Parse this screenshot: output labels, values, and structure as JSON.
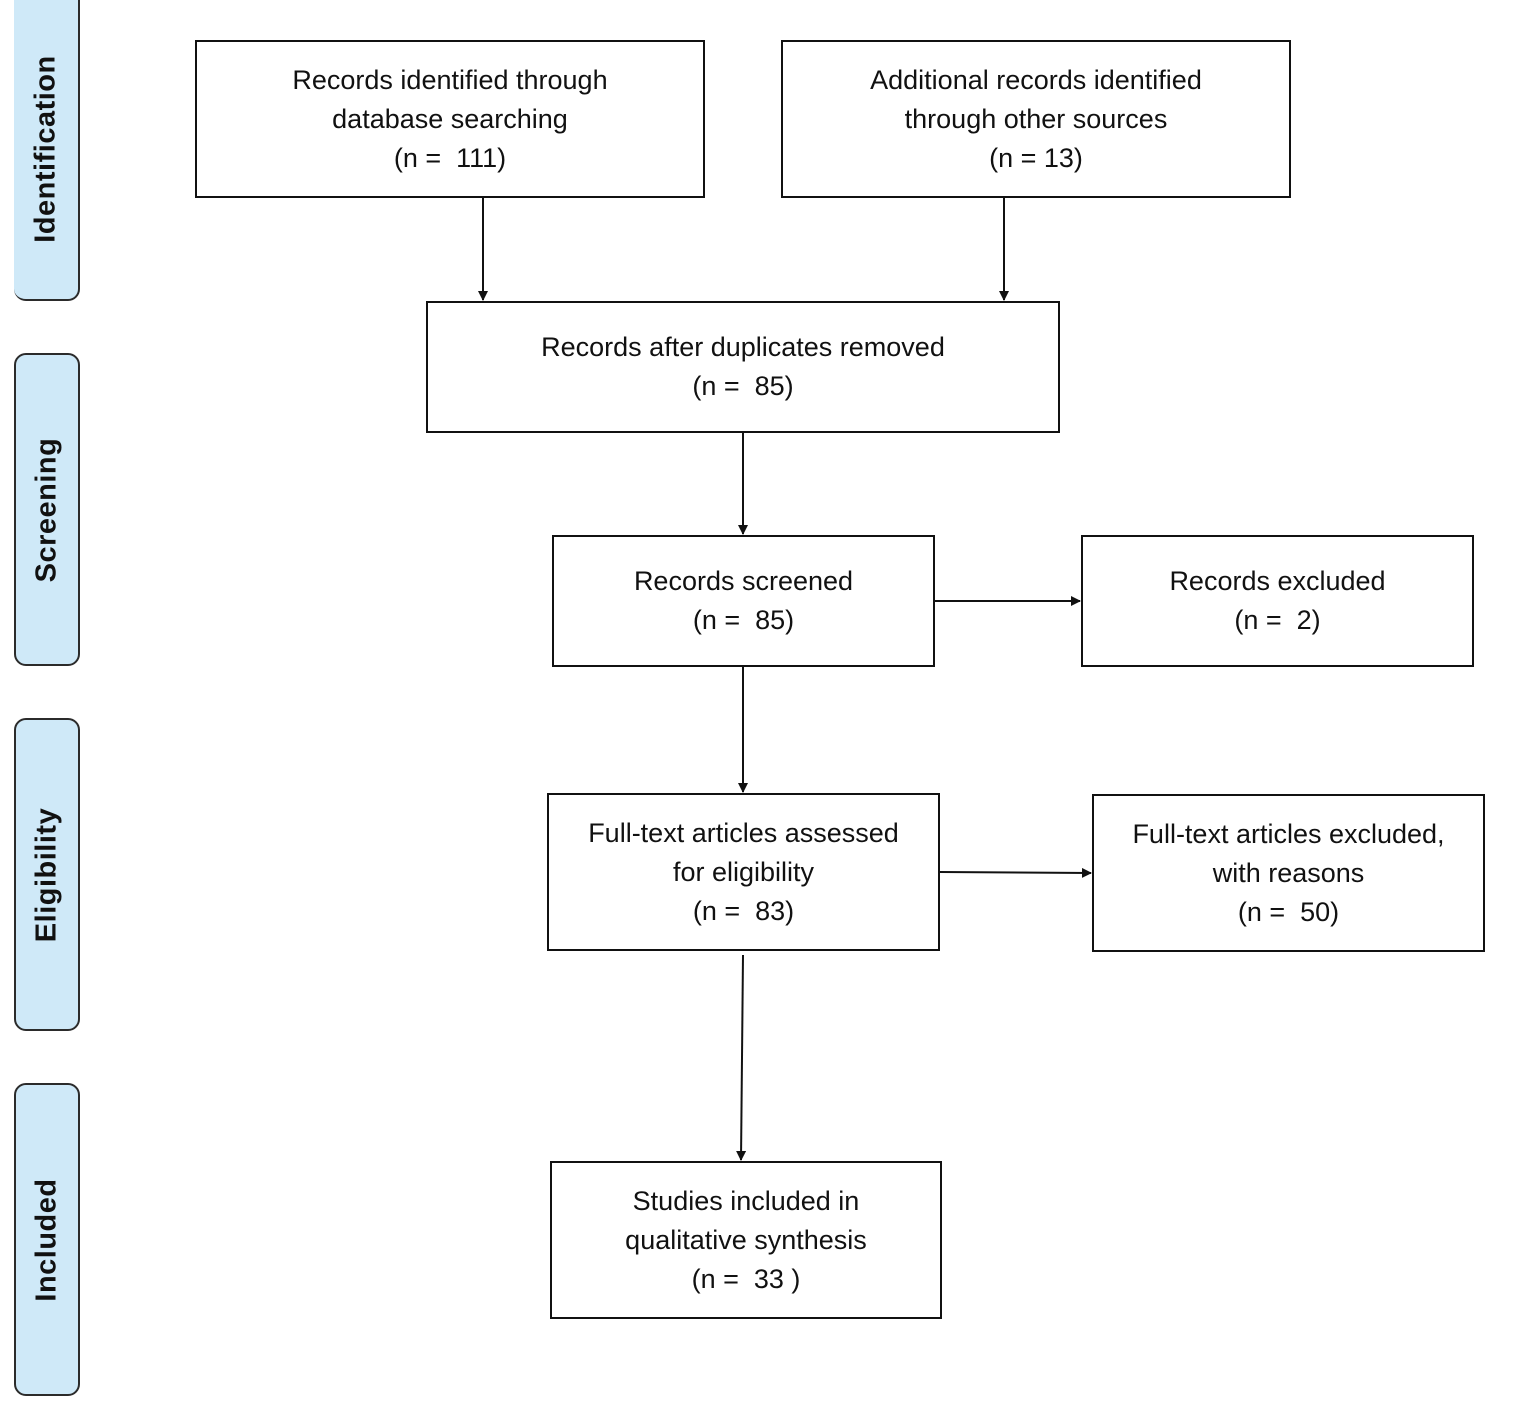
{
  "phases": {
    "identification": "Identification",
    "screening": "Screening",
    "eligibility": "Eligibility",
    "included": "Included"
  },
  "boxes": {
    "database": {
      "line1": "Records identified through",
      "line2": "database searching",
      "line3": "(n =  111)"
    },
    "other_sources": {
      "line1": "Additional records identified",
      "line2": "through other sources",
      "line3": "(n = 13)"
    },
    "duplicates_removed": {
      "line1": "Records after duplicates removed",
      "line2": "(n =  85)"
    },
    "screened": {
      "line1": "Records screened",
      "line2": "(n =  85)"
    },
    "excluded": {
      "line1": "Records excluded",
      "line2": "(n =  2)"
    },
    "fulltext_assessed": {
      "line1": "Full-text articles assessed",
      "line2": "for eligibility",
      "line3": "(n =  83)"
    },
    "fulltext_excluded": {
      "line1": "Full-text articles excluded,",
      "line2": "with reasons",
      "line3": "(n =  50)"
    },
    "included_studies": {
      "line1": "Studies included in",
      "line2": "qualitative synthesis",
      "line3": "(n =  33 )"
    }
  }
}
